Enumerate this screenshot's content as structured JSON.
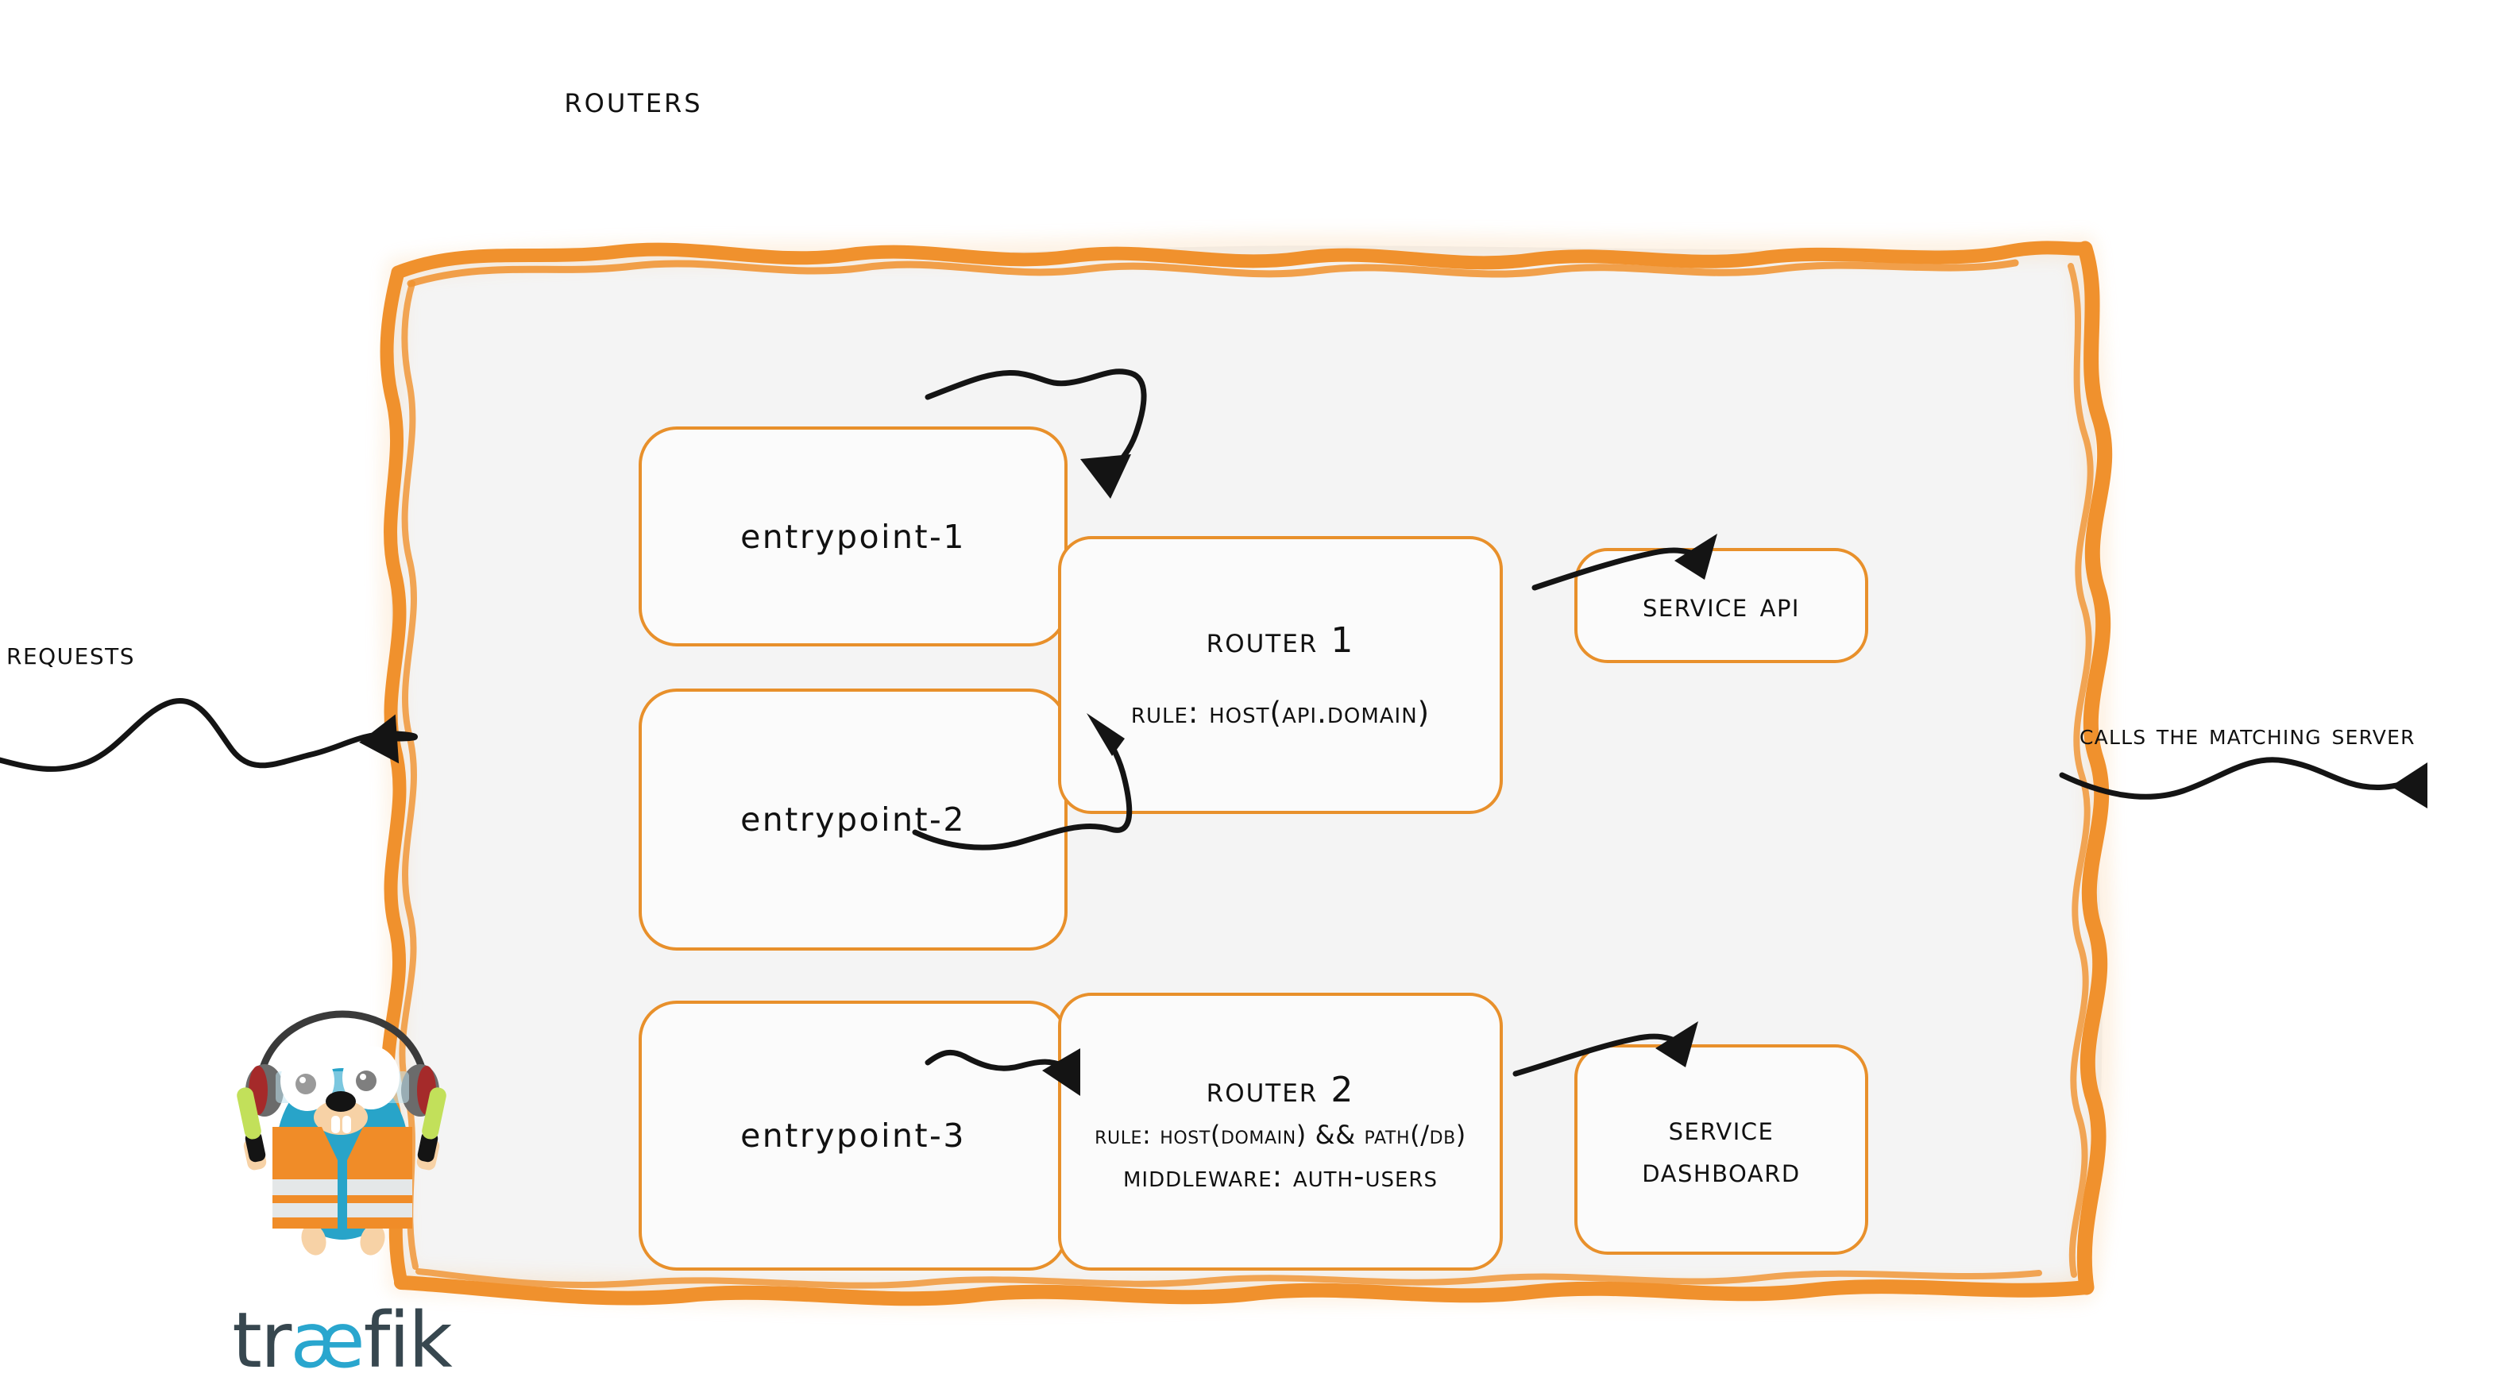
{
  "diagram": {
    "title": "Routers",
    "accent_orange": "#F0912D",
    "node_border_orange": "#E8902B",
    "container_fill": "#f4f4f4",
    "ink_black": "#111111"
  },
  "entrypoints": [
    {
      "id": "entrypoint-1",
      "label": "entrypoint-1"
    },
    {
      "id": "entrypoint-2",
      "label": "entrypoint-2"
    },
    {
      "id": "entrypoint-3",
      "label": "entrypoint-3"
    }
  ],
  "routers": [
    {
      "id": "router-1",
      "title": "Router 1",
      "lines": [
        "rule: Host(api.domain)"
      ]
    },
    {
      "id": "router-2",
      "title": "Router 2",
      "lines": [
        "rule: Host(domain) && Path(/db)",
        "Middleware: auth-users"
      ]
    }
  ],
  "services": [
    {
      "id": "service-api",
      "label": "Service API",
      "line1": "Service API",
      "line2": ""
    },
    {
      "id": "service-dashboard",
      "label": "Service Dashboard",
      "line1": "Service",
      "line2": "Dashboard"
    }
  ],
  "side_labels": {
    "incoming": "Requests",
    "outgoing": "Calls the matching server"
  },
  "logo": {
    "wordmark_part1": "tr",
    "wordmark_ae": "æ",
    "wordmark_part2": "fik",
    "mascot": "traefik-gopher-mascot"
  },
  "flows": [
    {
      "from": "entrypoint-1",
      "to": "router-1"
    },
    {
      "from": "entrypoint-2",
      "to": "router-1"
    },
    {
      "from": "entrypoint-3",
      "to": "router-2"
    },
    {
      "from": "router-1",
      "to": "service-api"
    },
    {
      "from": "router-2",
      "to": "service-dashboard"
    },
    {
      "from": "requests",
      "to": "routers-container"
    },
    {
      "from": "routers-container",
      "to": "matching-server"
    }
  ]
}
